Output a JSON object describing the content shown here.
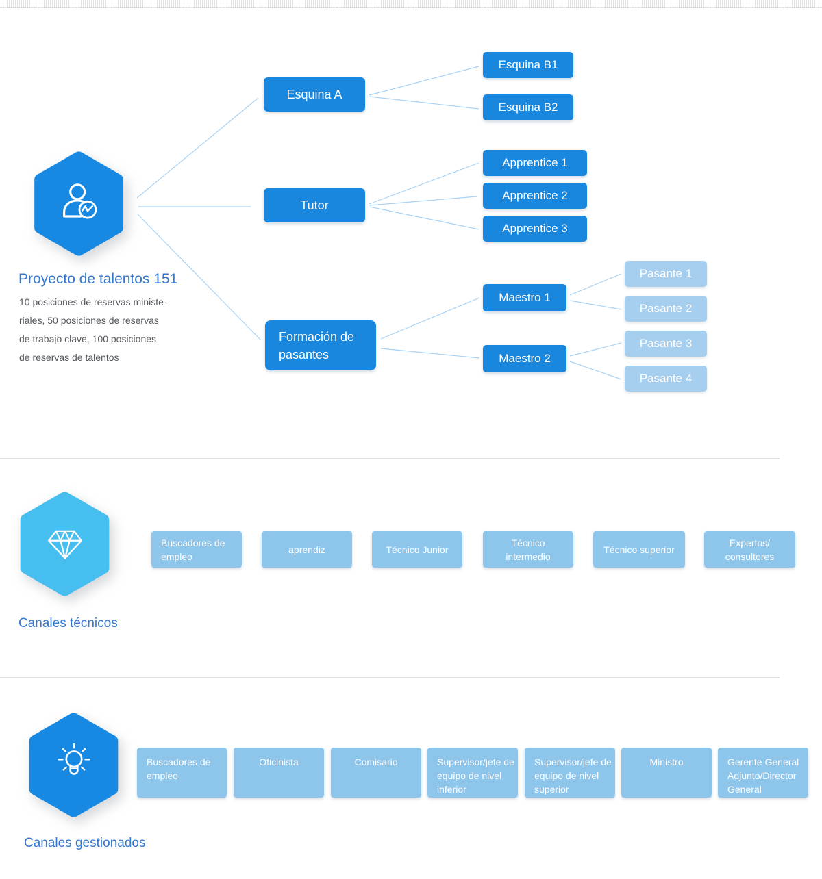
{
  "colors": {
    "primary_blue": "#1789E2",
    "hex_light_blue": "#47BEF0",
    "box_dark_blue": "#1A87DF",
    "box_pale_blue": "#A6CEEF",
    "box_mid_blue": "#8DC5EB",
    "connector_blue": "#A9D2F3",
    "heading_blue": "#3377D0",
    "body_gray": "#55595E",
    "divider_gray": "#DCDCDC"
  },
  "sections": {
    "talent_project": {
      "title": "Proyecto de talentos 151",
      "description_lines": [
        "10 posiciones de reservas ministe-",
        "riales, 50 posiciones de reservas",
        "de trabajo clave, 100 posiciones",
        "de reservas de talentos"
      ],
      "icon": "user-chart-icon",
      "nodes": {
        "esquina_a": "Esquina A",
        "esquina_b1": "Esquina B1",
        "esquina_b2": "Esquina B2",
        "tutor": "Tutor",
        "apprentice_1": "Apprentice 1",
        "apprentice_2": "Apprentice 2",
        "apprentice_3": "Apprentice 3",
        "formacion": "Formación de\npasantes",
        "maestro_1": "Maestro 1",
        "maestro_2": "Maestro 2",
        "pasante_1": "Pasante 1",
        "pasante_2": "Pasante 2",
        "pasante_3": "Pasante 3",
        "pasante_4": "Pasante 4"
      }
    },
    "technical_channels": {
      "title": "Canales técnicos",
      "icon": "diamond-icon",
      "items": [
        {
          "label": "Buscadores de\nempleo"
        },
        {
          "label": "aprendiz"
        },
        {
          "label": "Técnico Junior"
        },
        {
          "label": "Técnico\nintermedio"
        },
        {
          "label": "Técnico superior"
        },
        {
          "label": "Expertos/\nconsultores"
        }
      ]
    },
    "managed_channels": {
      "title": "Canales gestionados",
      "icon": "lightbulb-icon",
      "items": [
        {
          "label": "Buscadores de\nempleo"
        },
        {
          "label": "Oficinista"
        },
        {
          "label": "Comisario"
        },
        {
          "label": "Supervisor/jefe de\nequipo de nivel\ninferior"
        },
        {
          "label": "Supervisor/jefe de\nequipo de nivel\nsuperior"
        },
        {
          "label": "Ministro"
        },
        {
          "label": "Gerente General\nAdjunto/Director\nGeneral"
        }
      ]
    }
  }
}
